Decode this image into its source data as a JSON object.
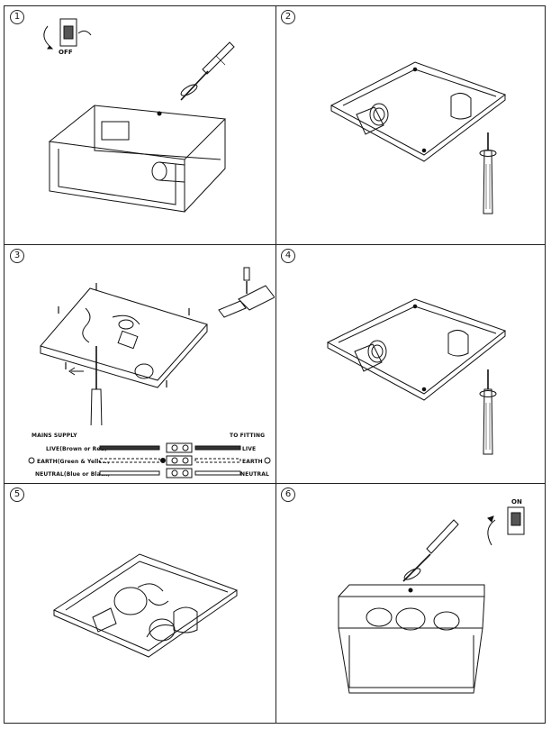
{
  "steps": [
    {
      "number": "1",
      "switch_label": "OFF"
    },
    {
      "number": "2"
    },
    {
      "number": "3"
    },
    {
      "number": "4"
    },
    {
      "number": "5"
    },
    {
      "number": "6",
      "switch_label": "ON"
    }
  ],
  "wiring": {
    "mains_heading": "MAINS SUPPLY",
    "fitting_heading": "TO FITTING",
    "rows": [
      {
        "left": "LIVE(Brown or Red)",
        "right": "LIVE"
      },
      {
        "left": "EARTH(Green & Yellow)",
        "right": "EARTH"
      },
      {
        "left": "NEUTRAL(Blue or Black)",
        "right": "NEUTRAL"
      }
    ]
  }
}
